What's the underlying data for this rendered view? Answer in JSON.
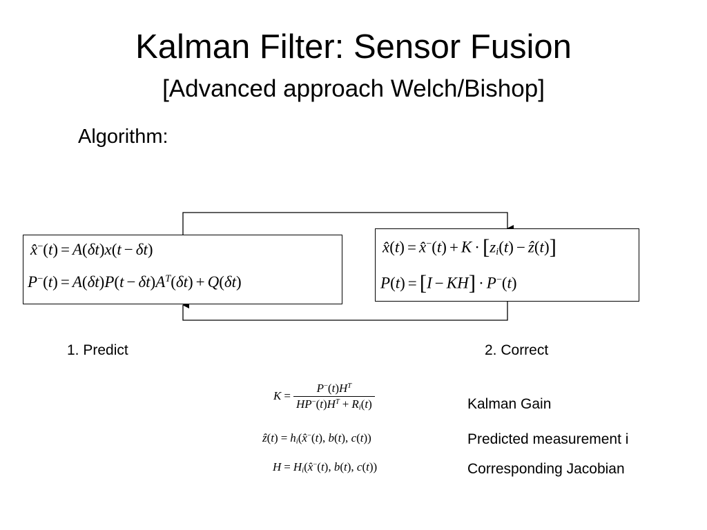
{
  "slide": {
    "title": "Kalman Filter: Sensor Fusion",
    "subtitle": "[Advanced approach Welch/Bishop]",
    "algorithm_label": "Algorithm:"
  },
  "steps": {
    "predict_label": "1. Predict",
    "correct_label": "2. Correct"
  },
  "predict_equations": [
    "x̂⁻(t) = A(δt) x(t − δt)",
    "P⁻(t) = A(δt) P(t − δt) Aᵀ(δt) + Q(δt)"
  ],
  "correct_equations": [
    "x̂(t) = x̂⁻(t) + K · [ zᵢ(t) − ẑ(t) ]",
    "P(t) = [ I − KH ] · P⁻(t)"
  ],
  "definitions": [
    {
      "formula": "K = P⁻(t)Hᵀ / (HP⁻(t)Hᵀ + Rᵢ(t))",
      "description": "Kalman Gain"
    },
    {
      "formula": "ẑ(t) = hᵢ(x̂⁻(t), b(t), c(t))",
      "description": "Predicted measurement i"
    },
    {
      "formula": "H = Hᵢ(x̂⁻(t), b(t), c(t))",
      "description": "Corresponding Jacobian"
    }
  ]
}
